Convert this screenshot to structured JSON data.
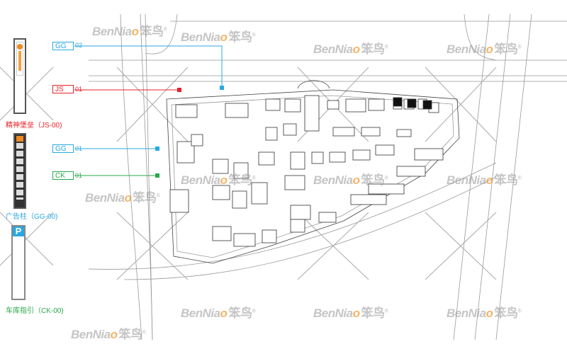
{
  "tags": [
    {
      "code": "GG",
      "num": "02",
      "color": "#29a8e0"
    },
    {
      "code": "JS",
      "num": "01",
      "color": "#e8202a"
    },
    {
      "code": "GG",
      "num": "01",
      "color": "#29a8e0"
    },
    {
      "code": "CK",
      "num": "01",
      "color": "#2aa84a"
    }
  ],
  "signs": [
    {
      "caption": "精神堡垒（JS-00)",
      "color": "#e8202a"
    },
    {
      "caption": "广告柱（GG-00)",
      "color": "#29a8e0"
    },
    {
      "caption": "车库指引（CK-00)",
      "color": "#2aa84a",
      "icon_text": "P"
    }
  ],
  "watermark": {
    "latin_a": "BenNia",
    "latin_b": "o",
    "cn": "笨鸟",
    "mark": "®"
  }
}
